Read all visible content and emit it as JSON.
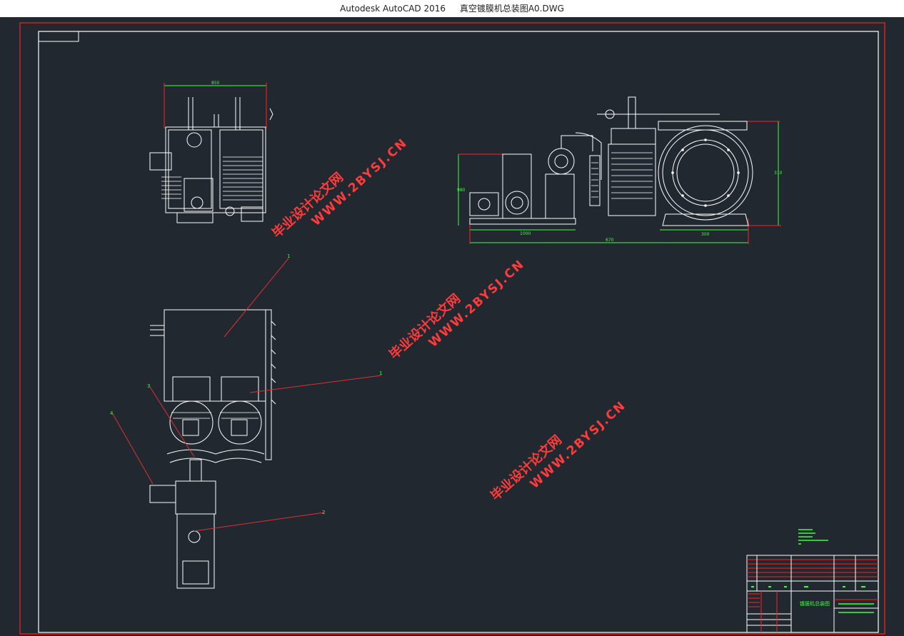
{
  "window": {
    "app_title": "Autodesk AutoCAD 2016",
    "file_name": "真空镀膜机总装图A0.DWG"
  },
  "watermarks": [
    {
      "cn": "毕业设计论文网",
      "url": "WWW.2BYSJ.CN"
    },
    {
      "cn": "毕业设计论文网",
      "url": "WWW.2BYSJ.CN"
    },
    {
      "cn": "毕业设计论文网",
      "url": "WWW.2BYSJ.CN"
    }
  ],
  "balloons": [
    "1",
    "1",
    "2",
    "3",
    "4"
  ],
  "title_block": {
    "drawing_name": "镀膜机总装图"
  },
  "colors": {
    "model_space": "#212830",
    "geometry": "#ffffff",
    "dimension": "#3cff3c",
    "frame": "#ff2020",
    "leader": "#e03030",
    "watermark": "#ff3b3b"
  }
}
